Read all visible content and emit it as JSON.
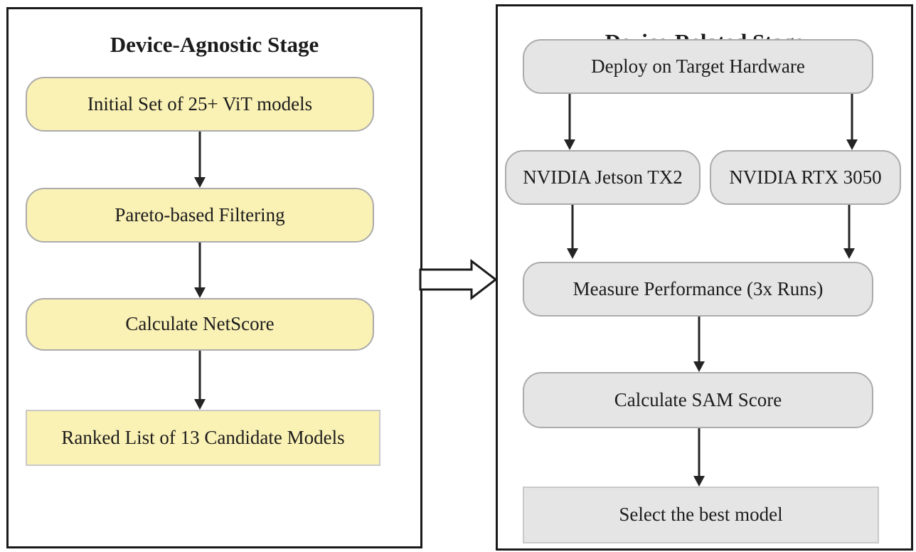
{
  "diagram_type": "two-stage-flowchart",
  "left_panel": {
    "title": "Device-Agnostic Stage",
    "nodes": [
      "Initial Set of 25+ ViT models",
      "Pareto-based Filtering",
      "Calculate NetScore",
      "Ranked List of 13 Candidate Models"
    ],
    "edges": [
      "Initial Set of 25+ ViT models -> Pareto-based Filtering",
      "Pareto-based Filtering -> Calculate NetScore",
      "Calculate NetScore -> Ranked List of 13 Candidate Models"
    ]
  },
  "right_panel": {
    "title": "Device-Related Stage",
    "nodes": {
      "deploy": "Deploy on Target Hardware",
      "device_a": "NVIDIA Jetson TX2",
      "device_b": "NVIDIA RTX 3050",
      "measure": "Measure Performance (3x Runs)",
      "score": "Calculate SAM Score",
      "select": "Select the best model"
    },
    "edges": [
      "Deploy on Target Hardware -> NVIDIA Jetson TX2",
      "Deploy on Target Hardware -> NVIDIA RTX 3050",
      "NVIDIA Jetson TX2 -> Measure Performance (3x Runs)",
      "NVIDIA RTX 3050 -> Measure Performance (3x Runs)",
      "Measure Performance (3x Runs) -> Calculate SAM Score",
      "Calculate SAM Score -> Select the best model"
    ]
  },
  "connector": "Device-Agnostic Stage -> Device-Related Stage (hollow right arrow)",
  "colors": {
    "yellow_fill": "#FAF1B5",
    "gray_fill": "#E5E5E5",
    "rounded_border": "#ABABAB",
    "rect_border": "#C9C9C9",
    "panel_border": "#1A1A1A",
    "arrow": "#242424",
    "text": "#1C1C1C"
  }
}
